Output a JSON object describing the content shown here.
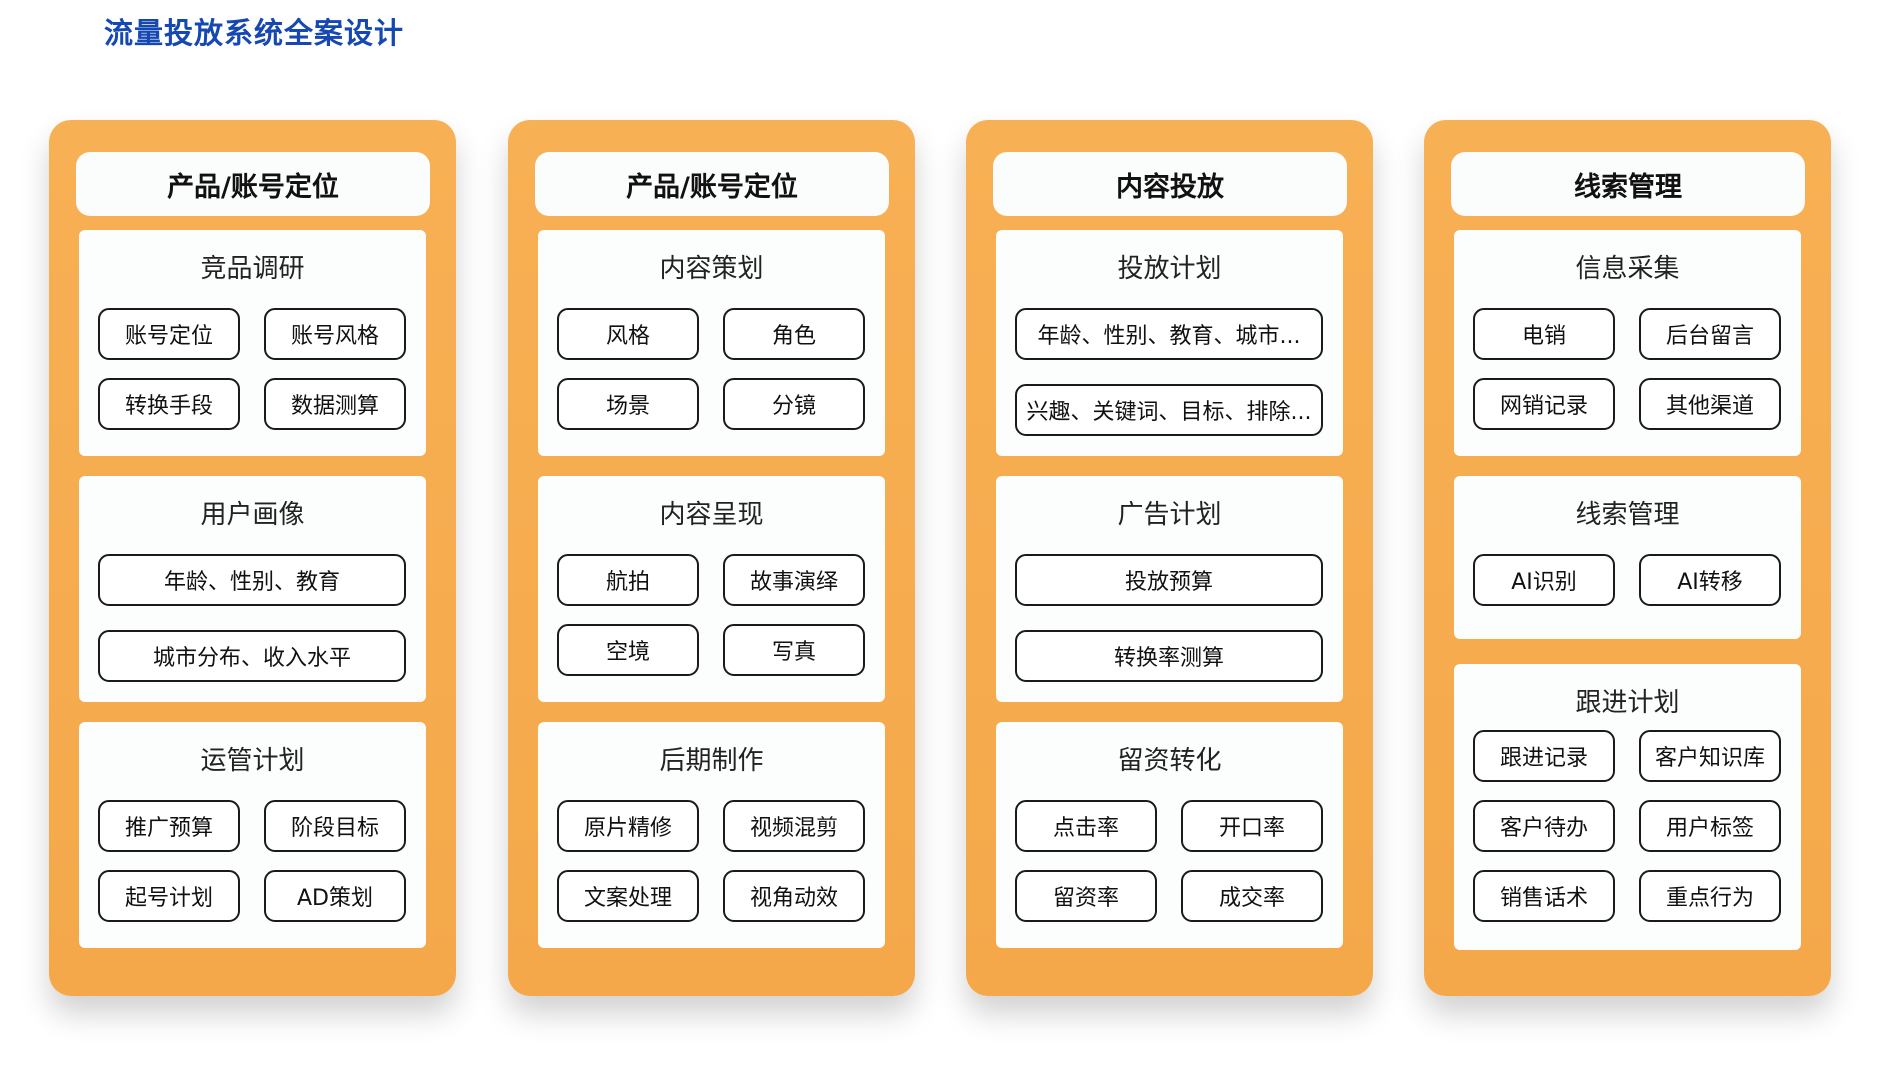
{
  "title": "流量投放系统全案设计",
  "columns": [
    {
      "header": "产品/账号定位",
      "sections": [
        {
          "title": "竞品调研",
          "wide": false,
          "items": [
            "账号定位",
            "账号风格",
            "转换手段",
            "数据测算"
          ]
        },
        {
          "title": "用户画像",
          "wide": true,
          "items": [
            "年龄、性别、教育",
            "城市分布、收入水平"
          ]
        },
        {
          "title": "运管计划",
          "wide": false,
          "items": [
            "推广预算",
            "阶段目标",
            "起号计划",
            "AD策划"
          ]
        }
      ]
    },
    {
      "header": "产品/账号定位",
      "sections": [
        {
          "title": "内容策划",
          "wide": false,
          "items": [
            "风格",
            "角色",
            "场景",
            "分镜"
          ]
        },
        {
          "title": "内容呈现",
          "wide": false,
          "items": [
            "航拍",
            "故事演绎",
            "空境",
            "写真"
          ]
        },
        {
          "title": "后期制作",
          "wide": false,
          "items": [
            "原片精修",
            "视频混剪",
            "文案处理",
            "视角动效"
          ]
        }
      ]
    },
    {
      "header": "内容投放",
      "sections": [
        {
          "title": "投放计划",
          "wide": true,
          "items": [
            "年龄、性别、教育、城市...",
            "兴趣、关键词、目标、排除..."
          ]
        },
        {
          "title": "广告计划",
          "wide": true,
          "items": [
            "投放预算",
            "转换率测算"
          ]
        },
        {
          "title": "留资转化",
          "wide": false,
          "items": [
            "点击率",
            "开口率",
            "留资率",
            "成交率"
          ]
        }
      ]
    },
    {
      "header": "线索管理",
      "sections": [
        {
          "title": "信息采集",
          "wide": false,
          "items": [
            "电销",
            "后台留言",
            "网销记录",
            "其他渠道"
          ]
        },
        {
          "title": "线索管理",
          "wide": false,
          "items": [
            "AI识别",
            "AI转移"
          ]
        },
        {
          "title": "跟进计划",
          "wide": false,
          "items": [
            "跟进记录",
            "客户知识库",
            "客户待办",
            "用户标签",
            "销售话术",
            "重点行为"
          ]
        }
      ]
    }
  ]
}
